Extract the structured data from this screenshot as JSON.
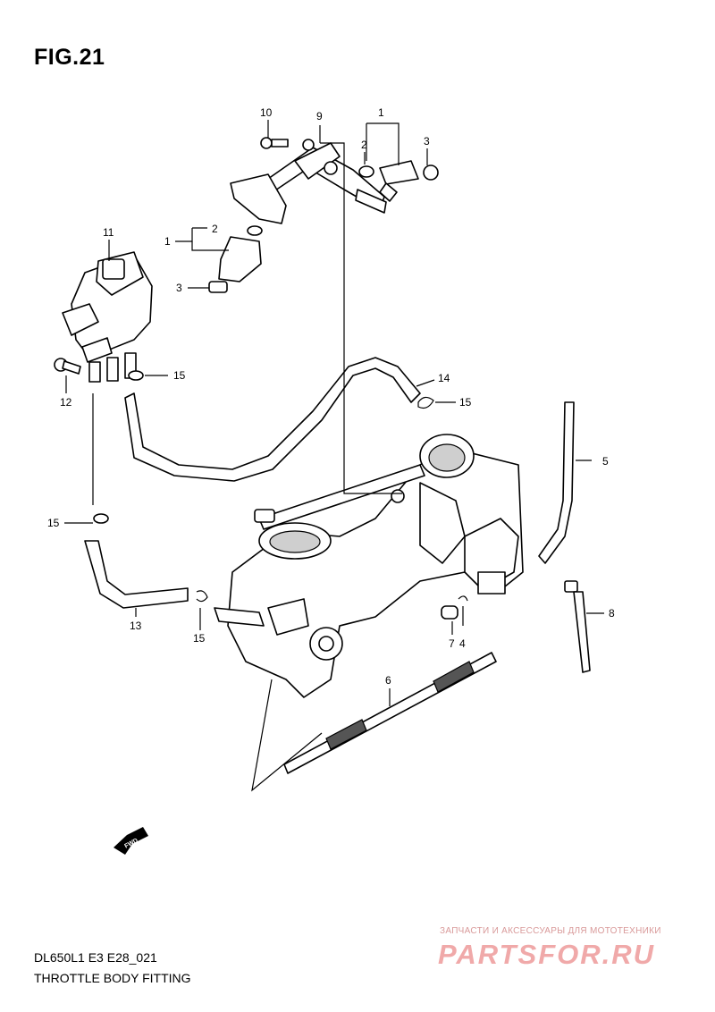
{
  "figure": {
    "title": "FIG.21",
    "model_code": "DL650L1 E3 E28_021",
    "name": "THROTTLE BODY FITTING"
  },
  "callouts": [
    "1",
    "2",
    "3",
    "1",
    "2",
    "3",
    "4",
    "5",
    "6",
    "7",
    "8",
    "9",
    "10",
    "11",
    "12",
    "13",
    "14",
    "15",
    "15",
    "15",
    "15"
  ],
  "forward_badge": "FWD",
  "watermark": {
    "tagline": "ЗАПЧАСТИ И АКСЕССУАРЫ ДЛЯ МОТОТЕХНИКИ",
    "logo": "PARTSFOR.RU"
  }
}
